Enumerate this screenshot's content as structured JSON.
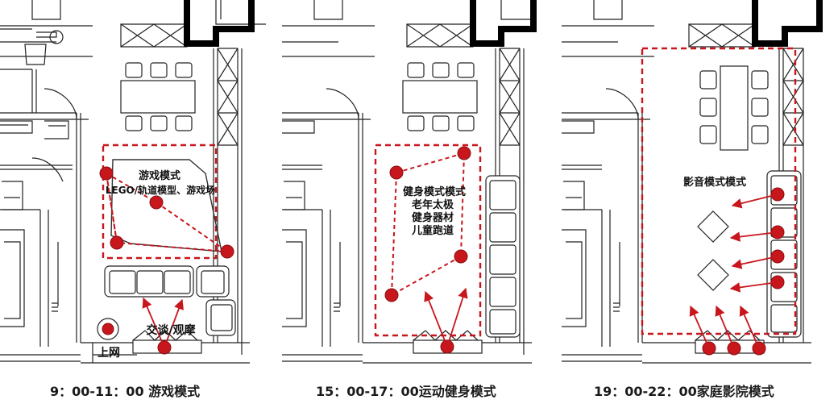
{
  "panels": [
    {
      "caption": "9：00-11：00 游戏模式",
      "labels": [
        "游戏模式",
        "LEGO/轨道模型、游戏场",
        "交谈/观摩",
        "上网"
      ]
    },
    {
      "caption": "15：00-17：00运动健身模式",
      "labels": [
        "健身模式模式",
        "老年太极",
        "健身器材",
        "儿童跑道"
      ]
    },
    {
      "caption": "19：00-22：00家庭影院模式",
      "labels": [
        "影音模式模式"
      ]
    }
  ],
  "colors": {
    "accent": "#c8161d",
    "line": "#222222",
    "wall": "#000000"
  }
}
